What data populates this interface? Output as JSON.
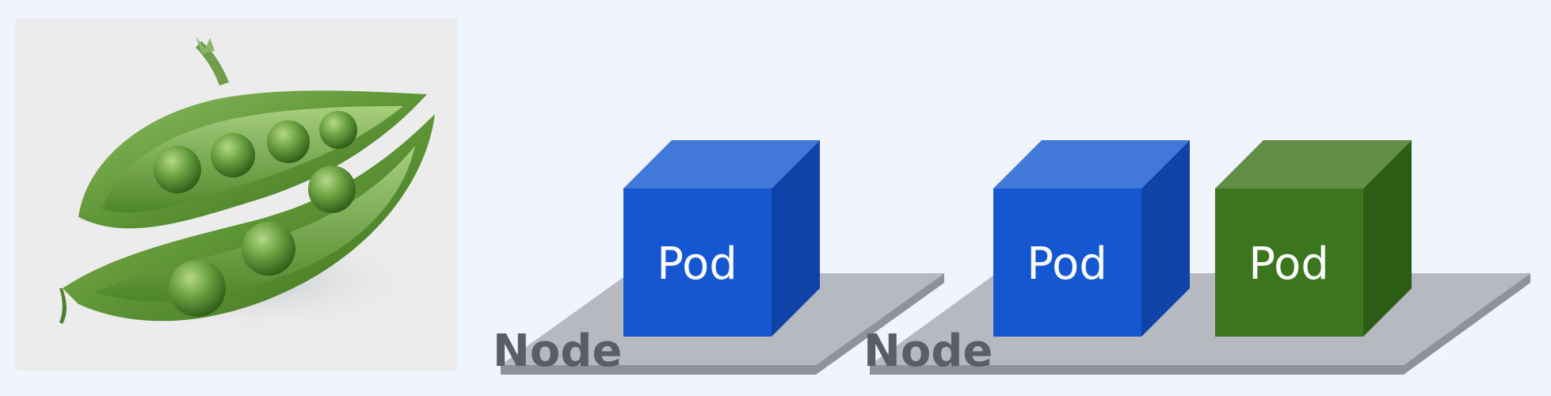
{
  "image": {
    "subject": "pea-pod-photo"
  },
  "diagram": {
    "nodes": [
      {
        "label": "Node",
        "pods": [
          {
            "label": "Pod",
            "color": "blue"
          }
        ]
      },
      {
        "label": "Node",
        "pods": [
          {
            "label": "Pod",
            "color": "blue"
          },
          {
            "label": "Pod",
            "color": "green"
          }
        ]
      }
    ],
    "colors": {
      "background": "#eff4fd",
      "node_top": "#b6b9c0",
      "node_side": "#8f9299",
      "node_label": "#5a5e68",
      "pod_blue_front": "#1457d1",
      "pod_blue_top": "#4278d8",
      "pod_blue_side": "#0f43a8",
      "pod_green_front": "#3b761e",
      "pod_green_top": "#628f45",
      "pod_green_side": "#2d5e16"
    }
  }
}
